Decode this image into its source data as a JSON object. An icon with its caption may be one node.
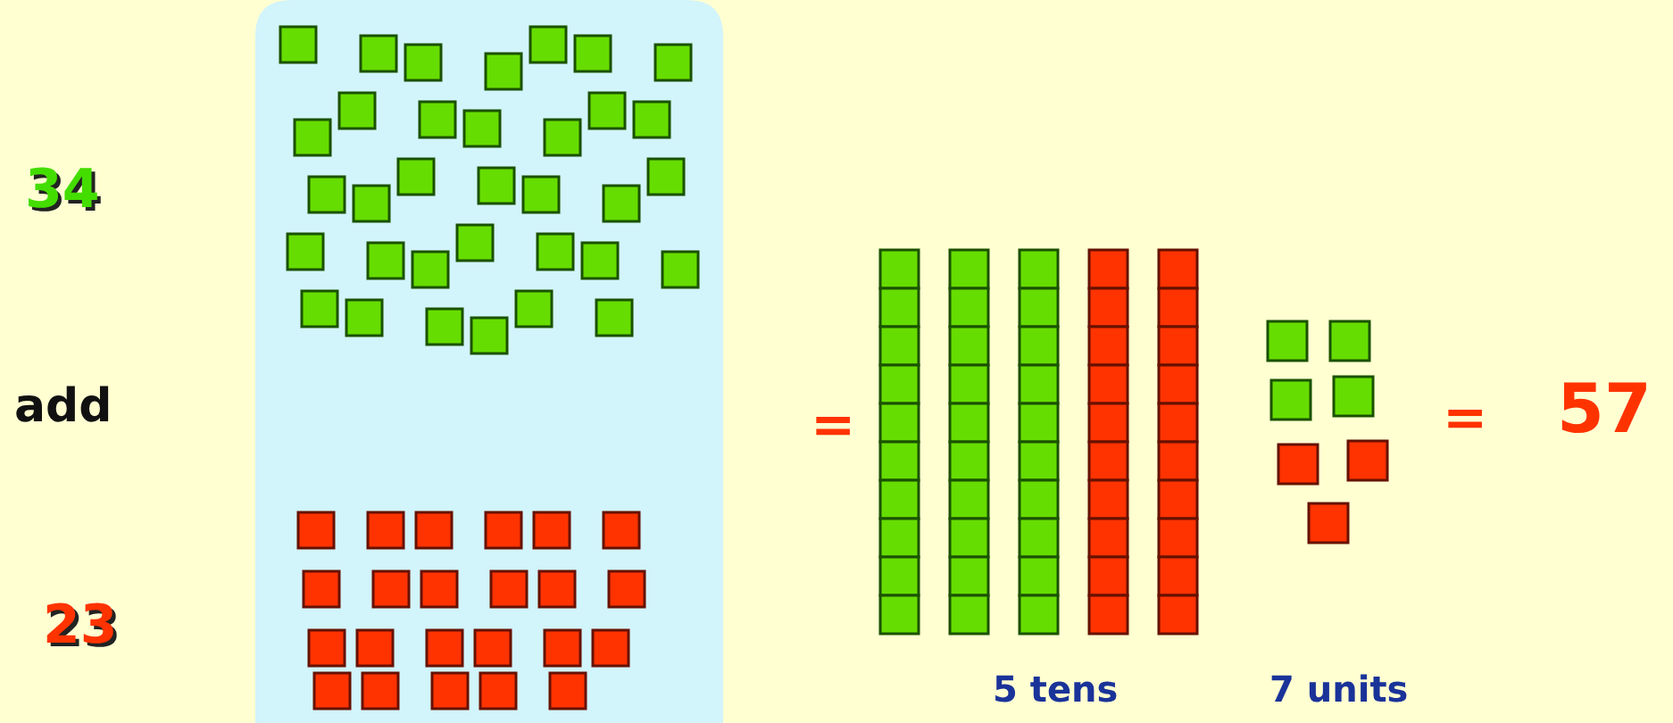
{
  "diagram": {
    "labels": [
      "34",
      "add",
      "=",
      "=",
      "57",
      "23",
      "5 tens",
      "7 units"
    ]
  }
}
